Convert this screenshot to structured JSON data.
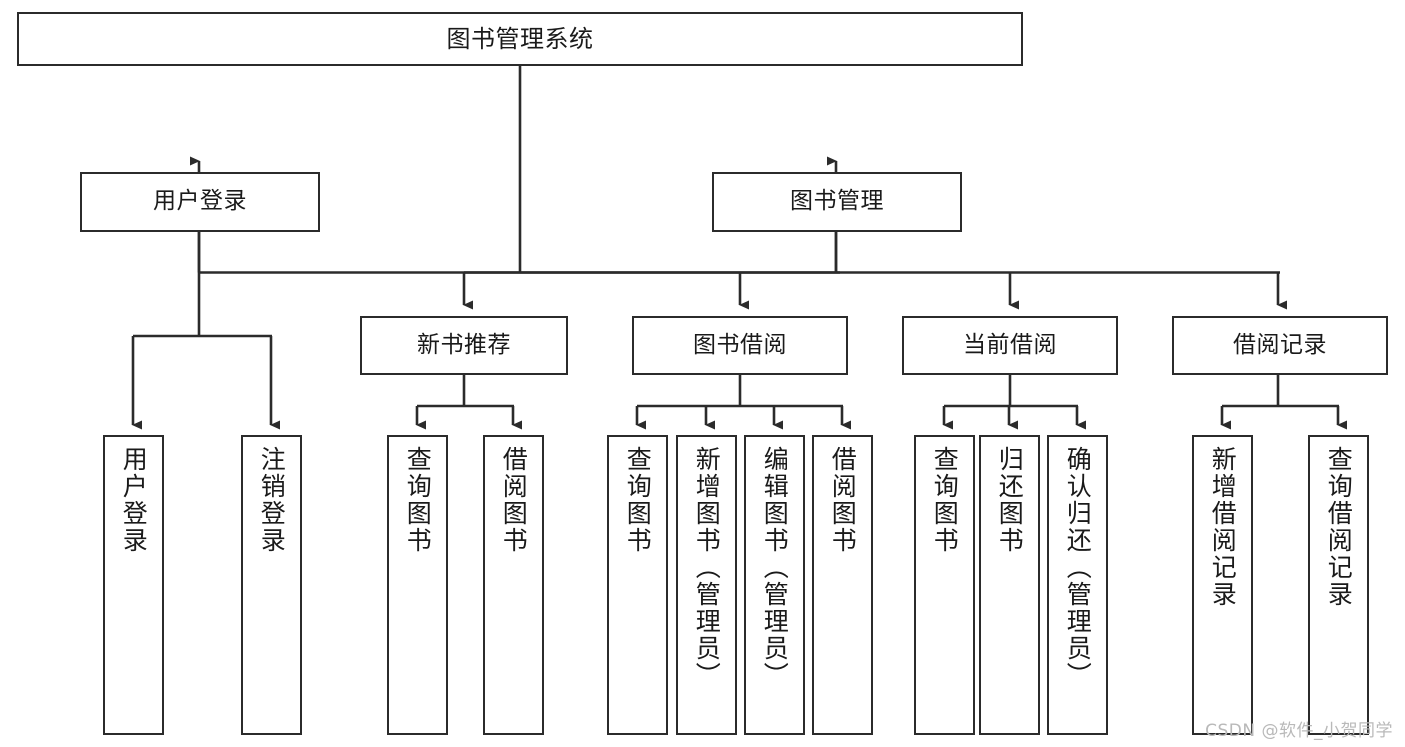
{
  "diagram": {
    "title": "图书管理系统",
    "type": "tree-hierarchy-chart",
    "watermark": "CSDN @软件_小贺同学",
    "line_color": "#2b2b2b",
    "background_color": "#ffffff",
    "nodes": {
      "root": {
        "label": "图书管理系统"
      },
      "level2": [
        {
          "label": "用户登录"
        },
        {
          "label": "图书管理"
        }
      ],
      "level3": [
        {
          "label": "新书推荐"
        },
        {
          "label": "图书借阅"
        },
        {
          "label": "当前借阅"
        },
        {
          "label": "借阅记录"
        }
      ],
      "login_children": [
        {
          "label": "用户登录"
        },
        {
          "label": "注销登录"
        }
      ],
      "new_book_children": [
        {
          "label": "查询图书"
        },
        {
          "label": "借阅图书"
        }
      ],
      "borrow_children": [
        {
          "label": "查询图书"
        },
        {
          "label": "新增图书（管理员）"
        },
        {
          "label": "编辑图书（管理员）"
        },
        {
          "label": "借阅图书"
        }
      ],
      "current_children": [
        {
          "label": "查询图书"
        },
        {
          "label": "归还图书"
        },
        {
          "label": "确认归还（管理员）"
        }
      ],
      "record_children": [
        {
          "label": "新增借阅记录"
        },
        {
          "label": "查询借阅记录"
        }
      ]
    }
  }
}
